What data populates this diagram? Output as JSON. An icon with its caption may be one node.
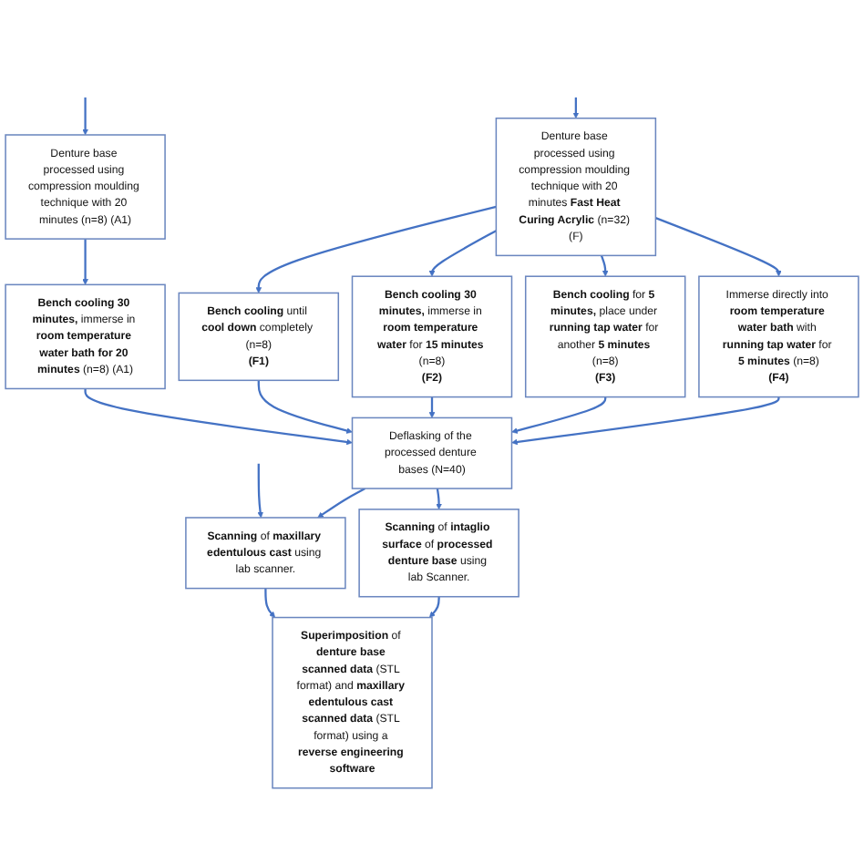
{
  "diagram": {
    "nodes": [
      {
        "text": [
          "Denture base processed using compression moulding technique with 20 minutes (n=8) (A1)"
        ]
      },
      {
        "text": [
          "Denture base processed using compression moulding technique with 20 minutes **Fast Heat Curing Acrylic** (n=32) (F)"
        ]
      },
      {
        "text": [
          "**Bench cooling** until **cool down** completely (n=8)",
          "**(F1)**"
        ]
      },
      {
        "text": [
          "**Bench cooling 30 minutes,** immerse in **room temperature water** for **15 minutes** (n=8)",
          "**(F2)**"
        ]
      },
      {
        "text": [
          "**Bench cooling** for **5 minutes,** place under **running tap water** for another **5 minutes** (n=8)",
          "**(F3)**"
        ]
      },
      {
        "text": [
          "Immerse directly into **room temperature water bath** with **running tap water** for **5 minutes** (n=8)",
          "**(F4)**"
        ]
      },
      {
        "text": [
          "**Bench cooling 30 minutes,** immerse in **room temperature water bath for 20 minutes** (n=8) (A1)"
        ]
      },
      {
        "text": [
          "Deflasking of the processed denture bases (N=40)"
        ]
      },
      {
        "text": [
          "**Scanning** of **maxillary edentulous cast** using lab scanner."
        ]
      },
      {
        "text": [
          "**Scanning** of **intaglio surface** of **processed denture base** using lab Scanner."
        ]
      },
      {
        "text": [
          "**Superimposition** of **denture base scanned data** (STL format) and **maxillary edentulous cast scanned data** (STL format) using a **reverse engineering software**"
        ]
      }
    ],
    "edges": [
      {
        "from": null,
        "to": 0,
        "arrow": "to"
      },
      {
        "from": null,
        "to": 1,
        "arrow": "to"
      },
      {
        "from": 1,
        "to": 2,
        "arrow": "to"
      },
      {
        "from": 1,
        "to": 3,
        "arrow": "to"
      },
      {
        "from": 1,
        "to": 4,
        "arrow": "to"
      },
      {
        "from": 1,
        "to": 5,
        "arrow": "to"
      },
      {
        "from": 0,
        "to": 6,
        "arrow": "to"
      },
      {
        "from": 6,
        "to": 7,
        "arrow": "to"
      },
      {
        "from": 2,
        "to": 7,
        "arrow": "to"
      },
      {
        "from": 3,
        "to": 7,
        "arrow": "to"
      },
      {
        "from": 4,
        "to": 7,
        "arrow": "to"
      },
      {
        "from": 5,
        "to": 7,
        "arrow": "to"
      },
      {
        "from": null,
        "to": 8,
        "arrow": "to"
      },
      {
        "from": 7,
        "to": 8,
        "arrow": "to"
      },
      {
        "from": 7,
        "to": 9,
        "arrow": "to"
      },
      {
        "from": 8,
        "to": 10,
        "arrow": "to"
      },
      {
        "from": 9,
        "to": 10,
        "arrow": "to"
      }
    ]
  }
}
